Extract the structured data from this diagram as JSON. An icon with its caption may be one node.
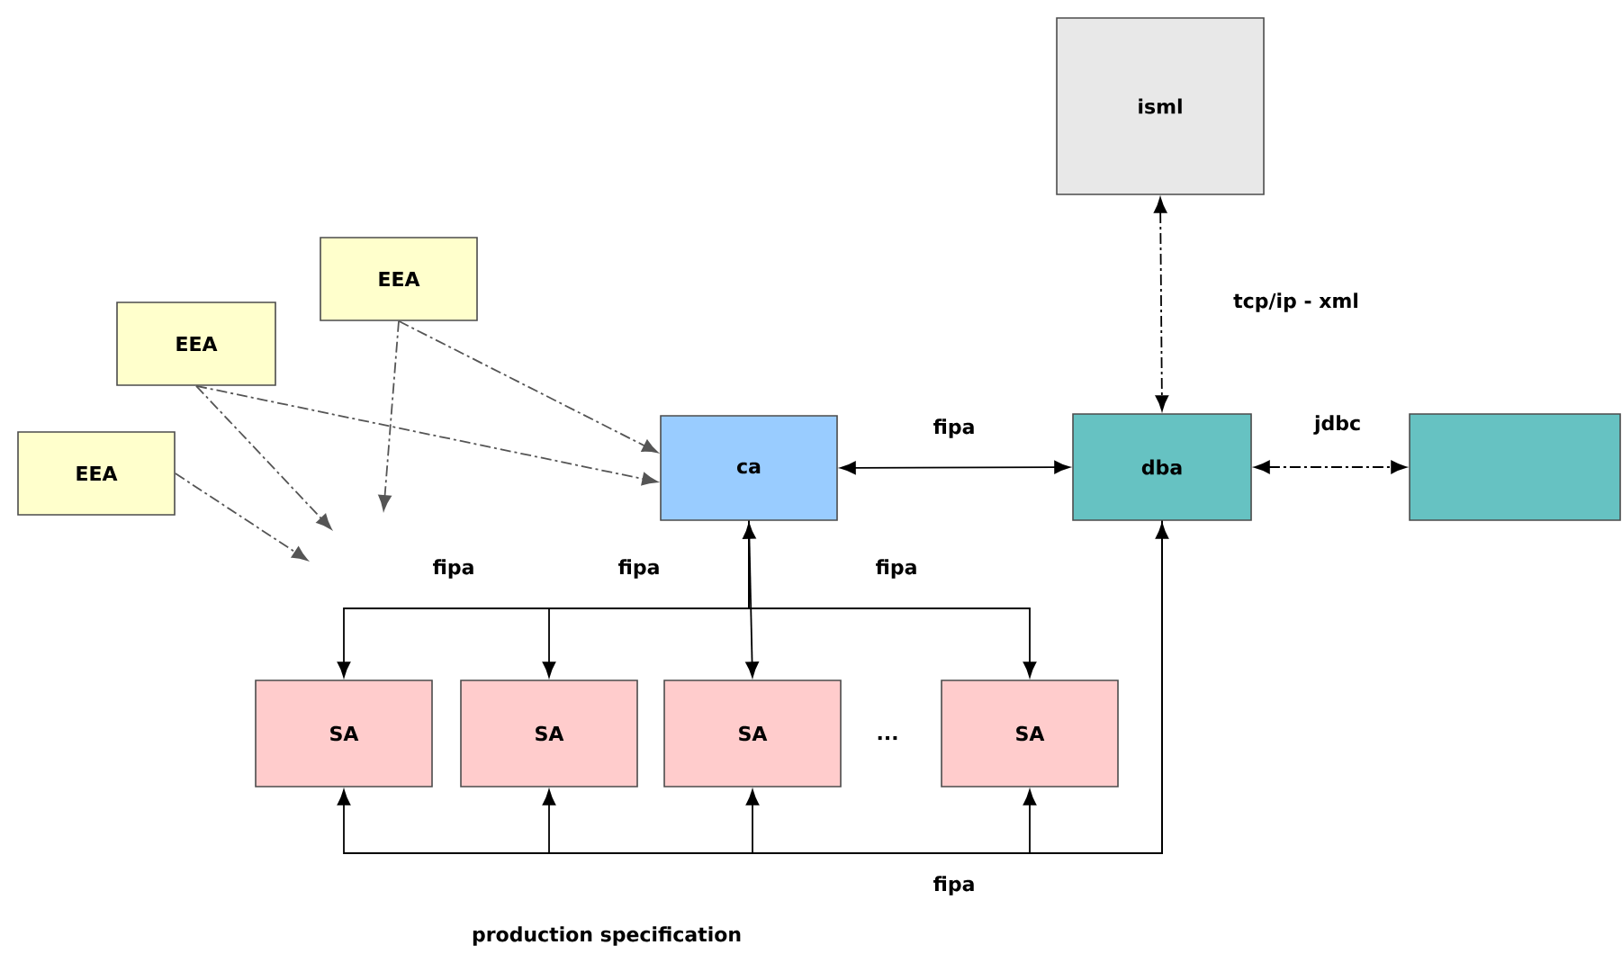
{
  "diagram": {
    "nodes": [
      {
        "text": [
          "isml"
        ]
      },
      {
        "text": [
          "EEA"
        ]
      },
      {
        "text": [
          "EEA"
        ]
      },
      {
        "text": [
          "EEA"
        ]
      },
      {
        "text": [
          "ca"
        ]
      },
      {
        "text": [
          "dba"
        ]
      },
      {
        "text": [],
        "shape": "box"
      },
      {
        "text": [
          "SA"
        ]
      },
      {
        "text": [
          "SA"
        ]
      },
      {
        "text": [
          "SA"
        ]
      },
      {
        "text": [
          "SA"
        ]
      }
    ],
    "edges": [
      {
        "from": 0,
        "to": 5,
        "arrow": "both",
        "style": "dashed",
        "label": "tcp/ip - xml"
      },
      {
        "from": 1,
        "to": 4,
        "arrow": "to",
        "style": "dashed",
        "color": "#555555"
      },
      {
        "from": 1,
        "to": null,
        "arrow": "to",
        "style": "dashed",
        "color": "#555555"
      },
      {
        "from": 2,
        "to": 4,
        "arrow": "to",
        "style": "dashed",
        "color": "#555555"
      },
      {
        "from": 2,
        "to": null,
        "arrow": "to",
        "style": "dashed",
        "color": "#555555"
      },
      {
        "from": 3,
        "to": null,
        "arrow": "to",
        "style": "dashed",
        "color": "#555555"
      },
      {
        "from": 4,
        "to": 5,
        "arrow": "both",
        "label": "fipa"
      },
      {
        "from": 5,
        "to": 6,
        "arrow": "both",
        "style": "dashed",
        "label": "jdbc"
      },
      {
        "from": 4,
        "to": 7,
        "arrow": "to",
        "label": "fipa"
      },
      {
        "from": 4,
        "to": 8,
        "arrow": "to",
        "label": "fipa"
      },
      {
        "from": 4,
        "to": 9,
        "arrow": "both"
      },
      {
        "from": 4,
        "to": 10,
        "arrow": "to",
        "label": "fipa"
      },
      {
        "from": 5,
        "to": 7,
        "arrow": "to"
      },
      {
        "from": 5,
        "to": 8,
        "arrow": "to"
      },
      {
        "from": 5,
        "to": 9,
        "arrow": "to"
      },
      {
        "from": 5,
        "to": 10,
        "arrow": "both",
        "label": "fipa"
      }
    ],
    "labels": [
      "...",
      "production specification"
    ]
  }
}
